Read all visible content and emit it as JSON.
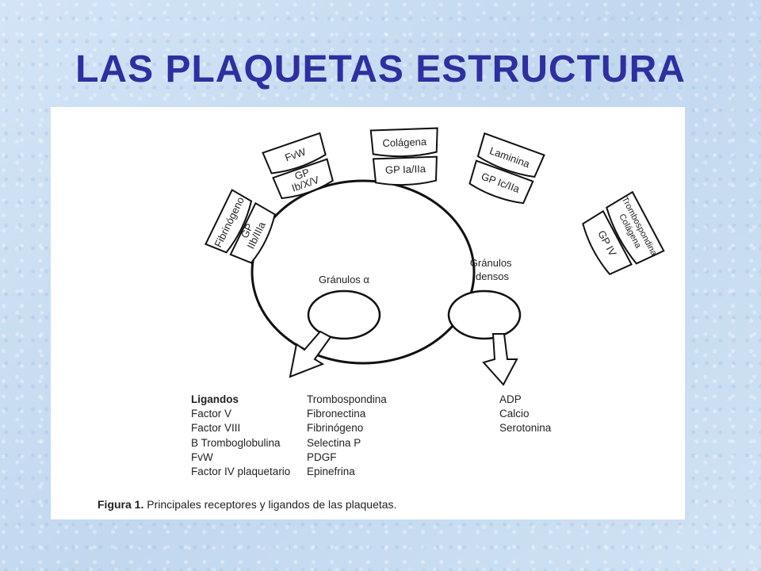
{
  "slide": {
    "title": "LAS PLAQUETAS ESTRUCTURA"
  },
  "receptors": [
    {
      "ligand": "Fibrinógeno",
      "receptor": [
        "GP",
        "IIb/IIIa"
      ]
    },
    {
      "ligand": "FvW",
      "receptor": [
        "GP",
        "Ib/X/V"
      ]
    },
    {
      "ligand": "Colágena",
      "receptor": [
        "GP Ia/IIa"
      ]
    },
    {
      "ligand": "Laminina",
      "receptor": [
        "GP Ic/IIa"
      ]
    },
    {
      "ligand": [
        "Trombospondina",
        "Colágena"
      ],
      "receptor": [
        "GP IV"
      ]
    }
  ],
  "granules": {
    "alpha_label": "Gránulos α",
    "dense_label": [
      "Gránulos",
      "densos"
    ]
  },
  "alpha_list": {
    "heading": "Ligandos",
    "col1": [
      "Factor V",
      "Factor VIII",
      "B Tromboglobulina",
      "FvW",
      "Factor IV plaquetario"
    ],
    "col2": [
      "Trombospondina",
      "Fibronectina",
      "Fibrinógeno",
      "Selectina P",
      "PDGF",
      "Epinefrina"
    ]
  },
  "dense_list": [
    "ADP",
    "Calcio",
    "Serotonina"
  ],
  "caption": {
    "label": "Figura 1.",
    "text": " Principales receptores y ligandos de las plaquetas."
  }
}
